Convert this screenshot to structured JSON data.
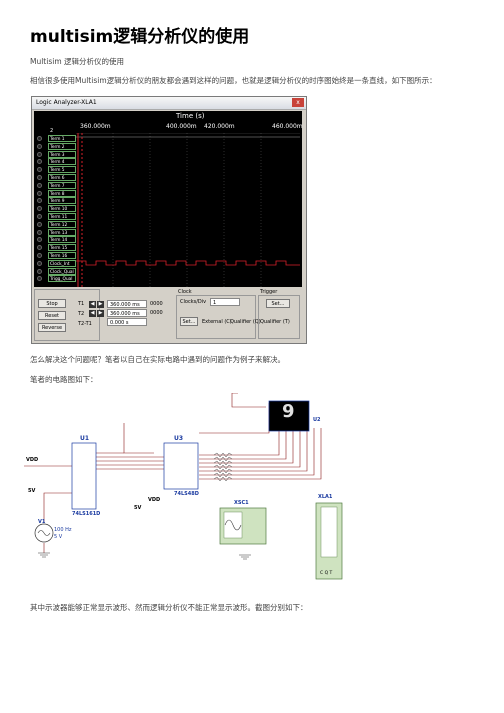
{
  "page": {
    "title": "multisim逻辑分析仪的使用",
    "subtitle": "Multisim 逻辑分析仪的使用",
    "intro": "相信很多使用Multisim逻辑分析仪的朋友都会遇到这样的问题，也就是逻辑分析仪的时序图始终是一条直线，如下图所示：",
    "question": "怎么解决这个问题呢？笔者以自己在实际电路中遇到的问题作为例子来解决。",
    "circuit_intro": "笔者的电路图如下：",
    "closing": "其中示波器能够正常显示波形、然而逻辑分析仪不能正常显示波形。截图分别如下："
  },
  "analyzer": {
    "window_title": "Logic Analyzer-XLA1",
    "close_label": "x",
    "time_label": "Time (s)",
    "ticks": [
      "360.000m",
      "400.000m",
      "420.000m",
      "460.000m"
    ],
    "channels": [
      "Term 1",
      "Term 2",
      "Term 3",
      "Term 4",
      "Term 5",
      "Term 6",
      "Term 7",
      "Term 8",
      "Term 9",
      "Term 10",
      "Term 11",
      "Term 12",
      "Term 13",
      "Term 14",
      "Term 15",
      "Term 16",
      "Clock_Int",
      "Clock_Qual",
      "Trigg_Qual"
    ],
    "first_channel_label": "2",
    "buttons": {
      "stop": "Stop",
      "reset": "Reset",
      "reverse": "Reverse"
    },
    "cursor": {
      "t1_label": "T1",
      "t2_label": "T2",
      "t2t1_label": "T2-T1",
      "t1_value": "360.000 ms",
      "t2_value": "360.000 ms",
      "t2t1_value": "0.000 s",
      "t1_code": "0000",
      "t2_code": "0000"
    },
    "clock": {
      "group_label": "Clock",
      "clocks_div_label": "Clocks/Div",
      "clocks_div_value": "1",
      "set_label": "Set...",
      "external_label": "External (C)",
      "qualifier_label": "Qualifier (Q)"
    },
    "trigger": {
      "group_label": "Trigger",
      "set_label": "Set...",
      "qualifier_label": "Qualifier (T)"
    },
    "colors": {
      "screen": "#000000",
      "cursor": "#d9212a",
      "grid": "#6a6a6a",
      "signal": "#d9212a"
    }
  },
  "circuit": {
    "u1": "U1",
    "u1_part": "74LS161D",
    "u3": "U3",
    "u3_part": "74LS48D",
    "u2": "U2",
    "xsc1": "XSC1",
    "xla1": "XLA1",
    "v1": "V1",
    "v1_freq": "100 Hz",
    "v1_amp": "5 V",
    "vdd1": "VDD",
    "vdd2": "VDD",
    "v5_1": "5V",
    "v5_2": "5V",
    "display_digit": "9",
    "cqt": "C  Q  T"
  }
}
